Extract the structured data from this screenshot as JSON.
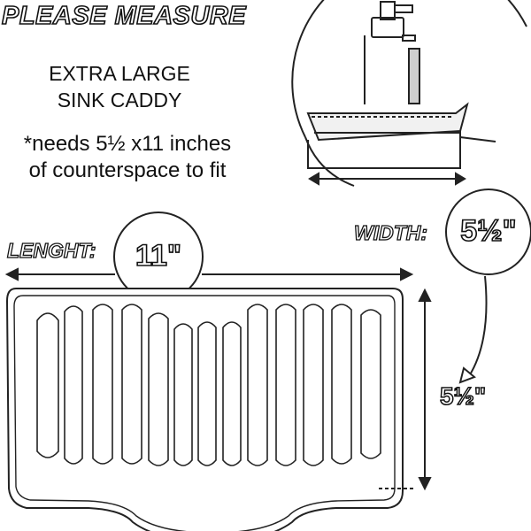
{
  "header": {
    "title": "PLEASE MEASURE"
  },
  "product": {
    "line1": "EXTRA LARGE",
    "line2": "SINK CADDY"
  },
  "requirement": {
    "line1": "*needs 5½ x11 inches",
    "line2": "of counterspace to fit"
  },
  "length": {
    "label": "LENGHT:",
    "value": "11\""
  },
  "width": {
    "label": "WIDTH:",
    "value": "5½\""
  },
  "depth": {
    "value": "5½\""
  }
}
